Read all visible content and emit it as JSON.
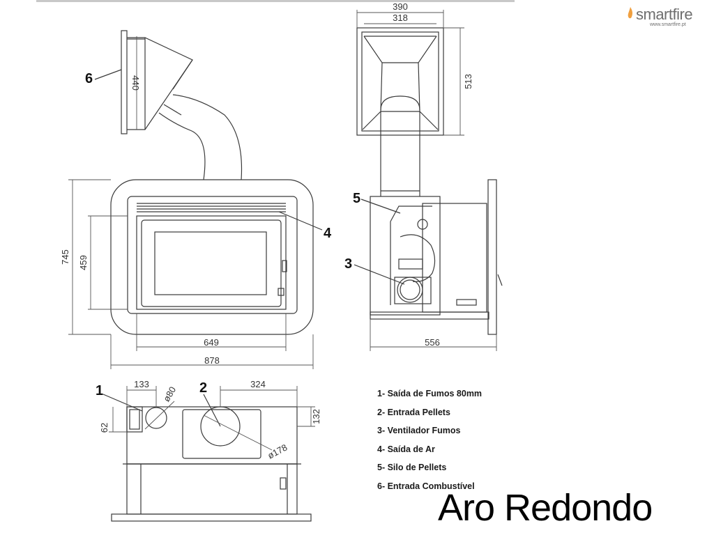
{
  "brand": {
    "name": "smartfire",
    "url": "www.smartfire.pt"
  },
  "title": "Aro Redondo",
  "legend": [
    "1- Saída de Fumos 80mm",
    "2- Entrada Pellets",
    "3- Ventilador Fumos",
    "4- Saída de Ar",
    "5- Silo de Pellets",
    "6- Entrada Combustível"
  ],
  "callouts": [
    "1",
    "2",
    "3",
    "4",
    "5",
    "6"
  ],
  "dimensions": {
    "top_outer_width": "390",
    "top_inner_width": "318",
    "hopper_height": "513",
    "hopper_front_height": "440",
    "total_height": "745",
    "door_height": "459",
    "door_width": "649",
    "total_width": "878",
    "depth": "556",
    "flue_offset": "133",
    "flue_diameter": "ø80",
    "pellet_offset": "324",
    "flue_depth": "62",
    "pellet_depth": "132",
    "pellet_diameter": "ø178"
  },
  "colors": {
    "line": "#3a3a3a",
    "dim": "#555555",
    "logo_flame": "#f0a040",
    "logo_text": "#6e6e6e"
  }
}
